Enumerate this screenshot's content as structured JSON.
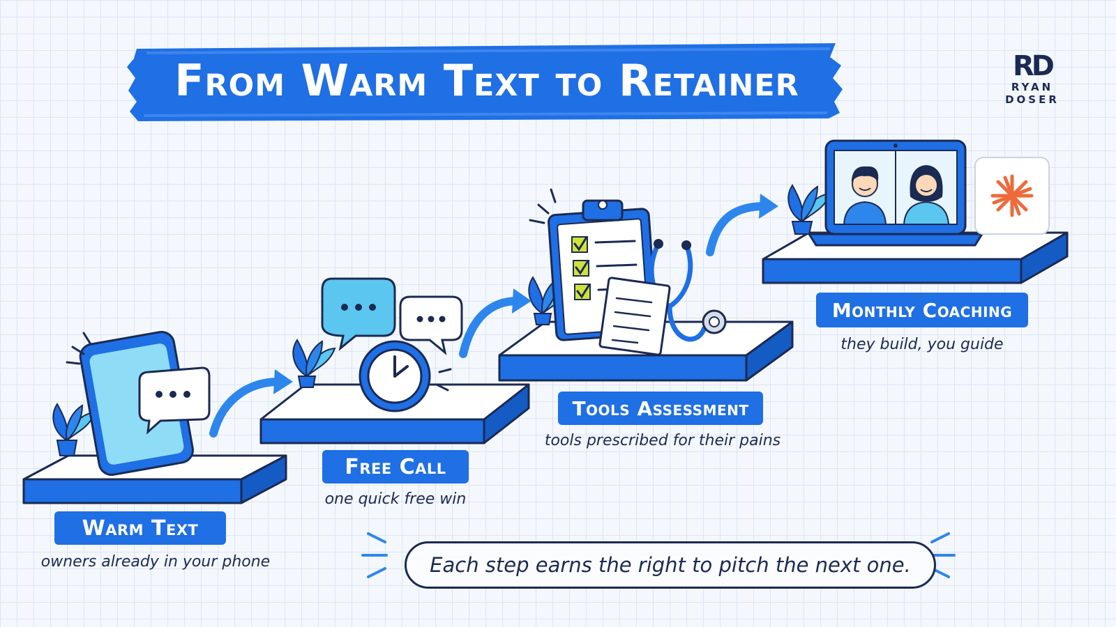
{
  "title": "From Warm Text to Retainer",
  "logo": {
    "mark": "RD",
    "line1": "RYAN",
    "line2": "DOSER"
  },
  "steps": [
    {
      "label": "Warm Text",
      "caption": "owners already in your phone",
      "icon": "phone-chat-icon"
    },
    {
      "label": "Free Call",
      "caption": "one quick free win",
      "icon": "chat-clock-icon"
    },
    {
      "label": "Tools Assessment",
      "caption": "tools prescribed for their pains",
      "icon": "clipboard-stethoscope-icon"
    },
    {
      "label": "Monthly Coaching",
      "caption": "they build, you guide",
      "icon": "video-call-laptop-icon"
    }
  ],
  "footer": "Each step earns the right to pitch the next one.",
  "colors": {
    "primary": "#1f6fe5",
    "light_blue": "#5bc6f0",
    "ink": "#1b2a52",
    "check": "#cfe23a",
    "accent": "#ef6a3a",
    "background": "#f4f7fc"
  }
}
